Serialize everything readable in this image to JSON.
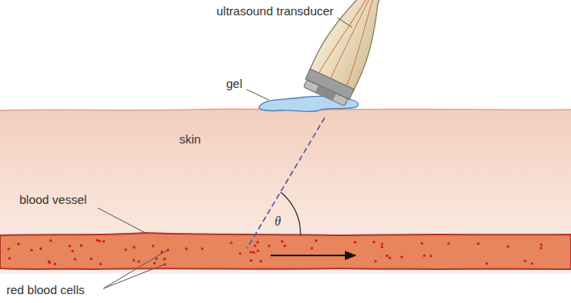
{
  "diagram": {
    "labels": [
      "ultrasound transducer",
      "gel",
      "skin",
      "blood vessel",
      "red blood cells",
      "θ"
    ]
  }
}
